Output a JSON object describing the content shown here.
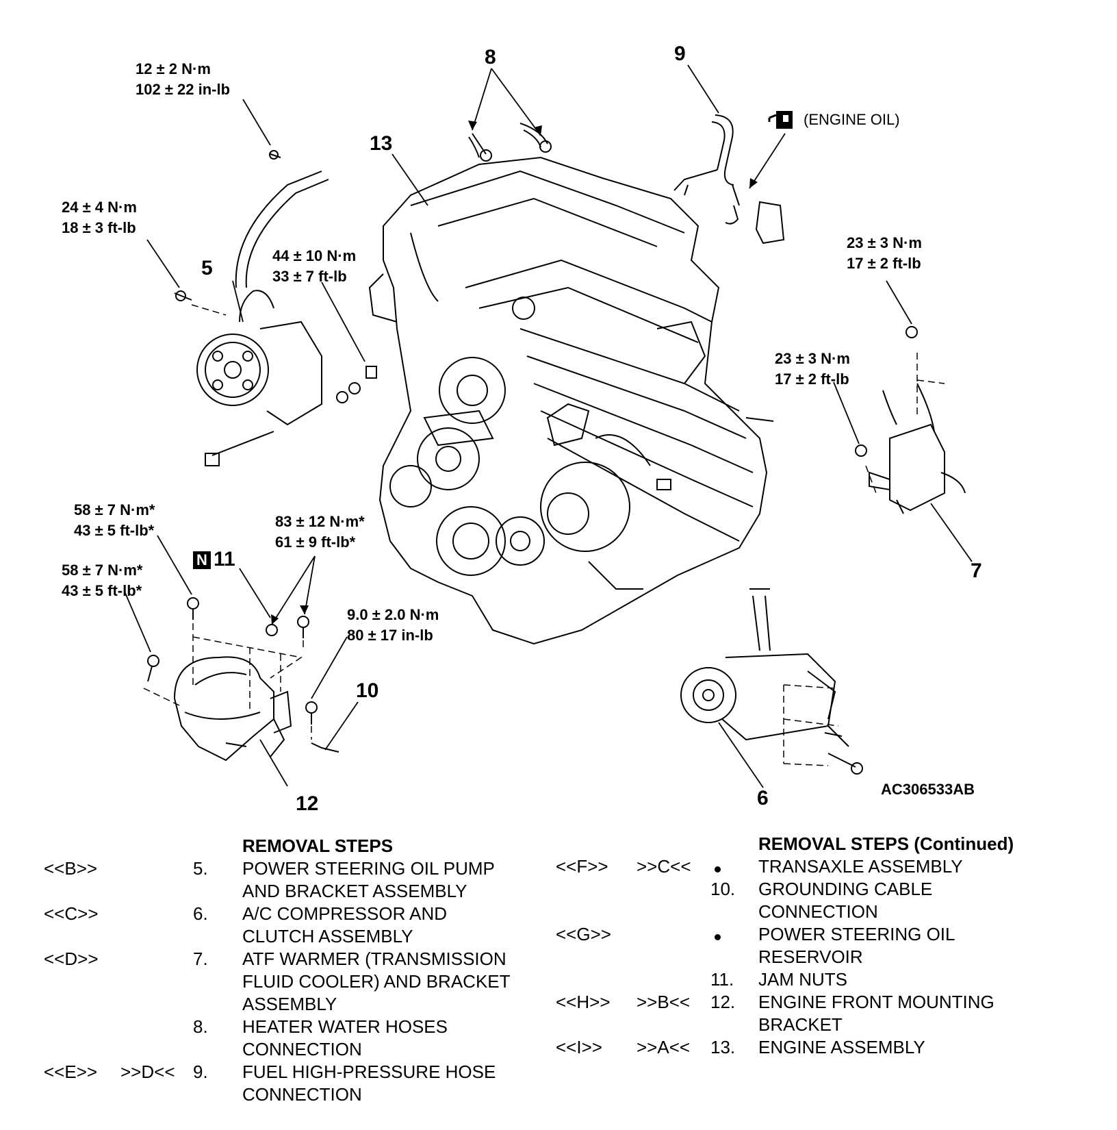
{
  "diagram": {
    "callouts": {
      "n5": "5",
      "n6": "6",
      "n7": "7",
      "n8": "8",
      "n9": "9",
      "n10": "10",
      "n11": "11",
      "n12": "12",
      "n13": "13"
    },
    "torques": {
      "t_ps_hose": [
        "12 ± 2 N·m",
        "102 ± 22 in-lb"
      ],
      "t_ps_bolt": [
        "24 ± 4 N·m",
        "18 ± 3 ft-lb"
      ],
      "t_ps_nut": [
        "44 ± 10 N·m",
        "33 ± 7 ft-lb"
      ],
      "t_atf_top": [
        "23 ± 3 N·m",
        "17 ± 2 ft-lb"
      ],
      "t_atf_side": [
        "23 ± 3 N·m",
        "17 ± 2 ft-lb"
      ],
      "t_mount_a": [
        "58 ± 7 N·m*",
        "43 ± 5 ft-lb*"
      ],
      "t_mount_b": [
        "58 ± 7 N·m*",
        "43 ± 5 ft-lb*"
      ],
      "t_jam": [
        "83 ± 12 N·m*",
        "61 ± 9 ft-lb*"
      ],
      "t_ground": [
        "9.0 ± 2.0 N·m",
        "80 ± 17 in-lb"
      ]
    },
    "engine_oil_note": "(ENGINE OIL)",
    "n_badge": "N",
    "figure_code": "AC306533AB"
  },
  "removal_steps": {
    "left": {
      "title": "REMOVAL STEPS",
      "rows": [
        {
          "a": "<<B>>",
          "b": "",
          "n": "5.",
          "t": "POWER STEERING OIL PUMP"
        },
        {
          "a": "",
          "b": "",
          "n": "",
          "t": "AND BRACKET ASSEMBLY"
        },
        {
          "a": "<<C>>",
          "b": "",
          "n": "6.",
          "t": "A/C COMPRESSOR AND"
        },
        {
          "a": "",
          "b": "",
          "n": "",
          "t": "CLUTCH ASSEMBLY"
        },
        {
          "a": "<<D>>",
          "b": "",
          "n": "7.",
          "t": "ATF WARMER (TRANSMISSION"
        },
        {
          "a": "",
          "b": "",
          "n": "",
          "t": "FLUID COOLER) AND BRACKET"
        },
        {
          "a": "",
          "b": "",
          "n": "",
          "t": "ASSEMBLY"
        },
        {
          "a": "",
          "b": "",
          "n": "8.",
          "t": "HEATER WATER HOSES"
        },
        {
          "a": "",
          "b": "",
          "n": "",
          "t": "CONNECTION"
        },
        {
          "a": "<<E>>",
          "b": ">>D<<",
          "n": "9.",
          "t": "FUEL HIGH-PRESSURE HOSE"
        },
        {
          "a": "",
          "b": "",
          "n": "",
          "t": "CONNECTION"
        }
      ]
    },
    "right": {
      "title": "REMOVAL STEPS (Continued)",
      "rows": [
        {
          "a": "<<F>>",
          "b": ">>C<<",
          "dot": true,
          "n": "",
          "t": "TRANSAXLE ASSEMBLY"
        },
        {
          "a": "",
          "b": "",
          "dot": false,
          "n": "10.",
          "t": "GROUNDING CABLE"
        },
        {
          "a": "",
          "b": "",
          "dot": false,
          "n": "",
          "t": "CONNECTION"
        },
        {
          "a": "<<G>>",
          "b": "",
          "dot": true,
          "n": "",
          "t": "POWER STEERING OIL"
        },
        {
          "a": "",
          "b": "",
          "dot": false,
          "n": "",
          "t": "RESERVOIR"
        },
        {
          "a": "",
          "b": "",
          "dot": false,
          "n": "11.",
          "t": "JAM NUTS"
        },
        {
          "a": "<<H>>",
          "b": ">>B<<",
          "dot": false,
          "n": "12.",
          "t": "ENGINE FRONT MOUNTING"
        },
        {
          "a": "",
          "b": "",
          "dot": false,
          "n": "",
          "t": "BRACKET"
        },
        {
          "a": "<<I>>",
          "b": ">>A<<",
          "dot": false,
          "n": "13.",
          "t": "ENGINE ASSEMBLY"
        }
      ]
    }
  }
}
